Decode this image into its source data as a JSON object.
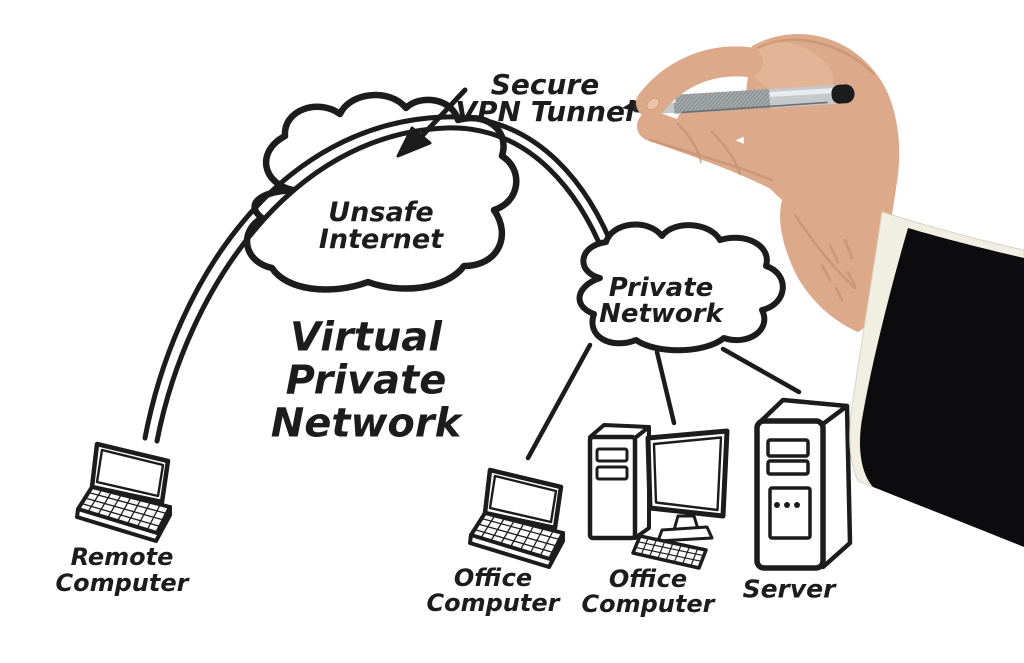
{
  "diagram": {
    "title": {
      "lines": [
        "Virtual",
        "Private",
        "Network"
      ]
    },
    "tunnel_annotation": {
      "lines": [
        "Secure",
        "VPN Tunnel"
      ]
    },
    "clouds": {
      "unsafe_internet": {
        "label_lines": [
          "Unsafe",
          "Internet"
        ]
      },
      "private_network": {
        "label_lines": [
          "Private",
          "Network"
        ]
      }
    },
    "devices": {
      "remote_computer": {
        "type": "laptop",
        "label_lines": [
          "Remote",
          "Computer"
        ]
      },
      "office_laptop": {
        "type": "laptop",
        "label_lines": [
          "Office",
          "Computer"
        ]
      },
      "office_desktop": {
        "type": "desktop",
        "label_lines": [
          "Office",
          "Computer"
        ]
      },
      "server": {
        "type": "tower-server",
        "label_lines": [
          "Server"
        ]
      }
    },
    "colors": {
      "ink": "#1c1c1c",
      "background": "#ffffff",
      "skin": "#dca98b",
      "skin_shadow": "#c08a66",
      "nail": "#ecc3a6",
      "pen_tip": "#1f1f1f",
      "pen_grip": "#a6aaad",
      "pen_barrel": "#c6c9cb",
      "pen_cap": "#1c1c1c",
      "suit": "#0c0b0d",
      "cuff": "#f1eee2"
    }
  }
}
